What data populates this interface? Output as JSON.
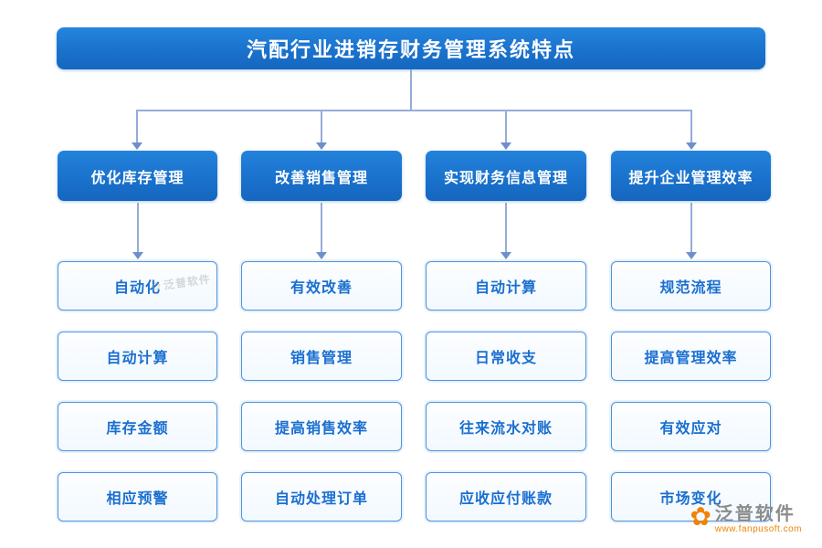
{
  "title": "汽配行业进销存财务管理系统特点",
  "columns": [
    {
      "header": "优化库存管理",
      "items": [
        "自动化",
        "自动计算",
        "库存金额",
        "相应预警"
      ]
    },
    {
      "header": "改善销售管理",
      "items": [
        "有效改善",
        "销售管理",
        "提高销售效率",
        "自动处理订单"
      ]
    },
    {
      "header": "实现财务信息管理",
      "items": [
        "自动计算",
        "日常收支",
        "往来流水对账",
        "应收应付账款"
      ]
    },
    {
      "header": "提升企业管理效率",
      "items": [
        "规范流程",
        "提高管理效率",
        "有效应对",
        "市场变化"
      ]
    }
  ],
  "watermark": {
    "brand": "泛普软件",
    "url": "www.fanpusoft.com",
    "icon": "flower-icon"
  },
  "colors": {
    "primary_blue": "#1a72cd",
    "item_border_blue": "#4f93d9",
    "item_text_blue": "#1a6fd0",
    "connector_blue": "#96abd9",
    "watermark_orange": "#f08300",
    "watermark_gray": "#8c8c8c"
  }
}
